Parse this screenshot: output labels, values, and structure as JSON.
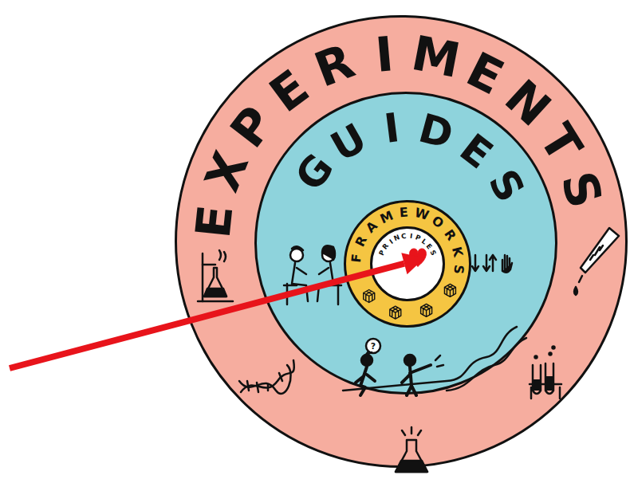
{
  "diagram": {
    "nodes": [
      {
        "text": [
          "EXPERIMENTS"
        ]
      },
      {
        "text": [
          "GUIDES"
        ],
        "in": 0
      },
      {
        "text": [
          "FRAMEWORKS"
        ],
        "in": 1
      },
      {
        "text": [
          "PRINCIPLES"
        ],
        "in": 2
      }
    ],
    "labels": [
      "?"
    ]
  }
}
